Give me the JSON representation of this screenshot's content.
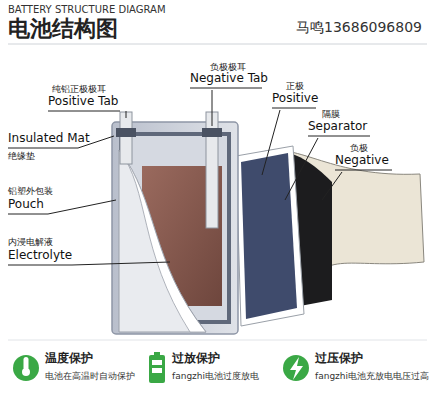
{
  "diagram": {
    "title": "电池结构图",
    "labels": [
      "BATTERY STRUCTURE DIAGRAM",
      "马鸣13686096809",
      "负极极耳",
      "Negative Tab",
      "纯铝正极极耳",
      "Positive Tab",
      "正极",
      "Positive",
      "隔膜",
      "Separator",
      "负极",
      "Negative",
      "Insulated Mat",
      "绝缘垫",
      "铝塑外包装",
      "Pouch",
      "内浸电解液",
      "Electrolyte",
      "温度保护",
      "电池在高温时自动保护",
      "过放保护",
      "fangzhi电池过度放电",
      "过压保护",
      "fangzhi电池充放电电压过高"
    ]
  }
}
